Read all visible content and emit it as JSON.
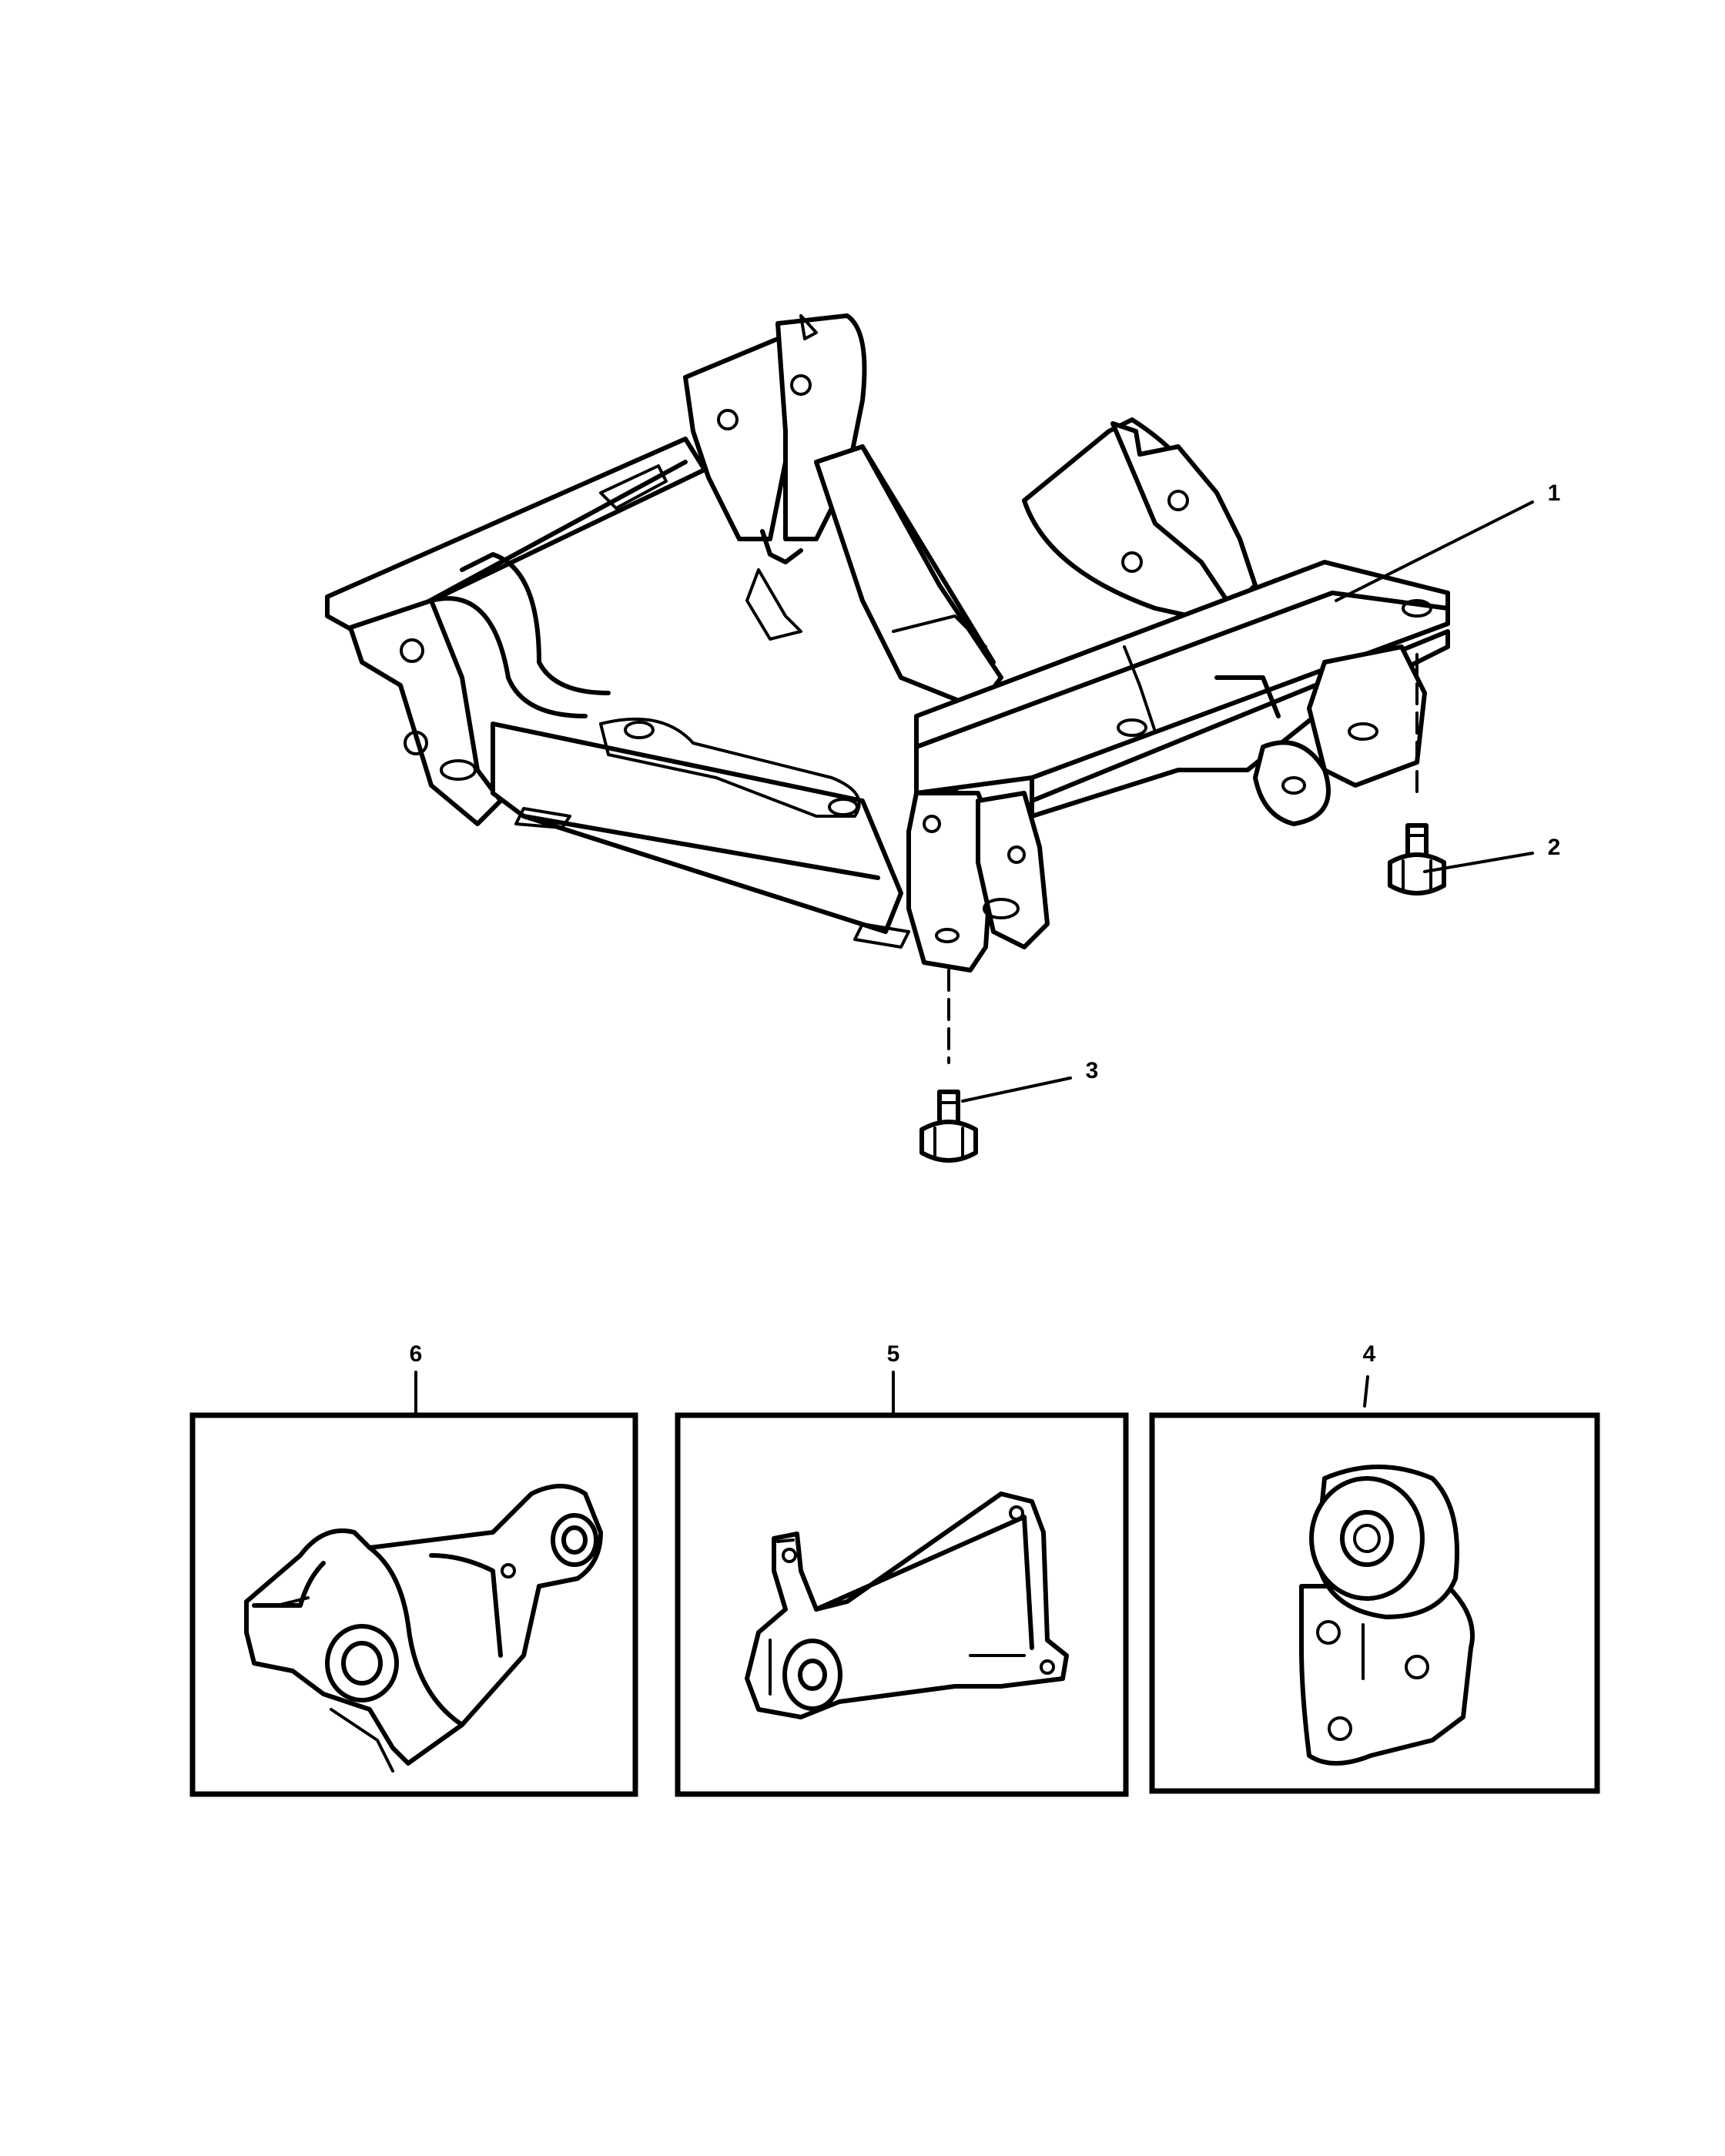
{
  "callouts": [
    {
      "id": "1",
      "label": "1",
      "part": "crossmember"
    },
    {
      "id": "2",
      "label": "2",
      "part": "bolt"
    },
    {
      "id": "3",
      "label": "3",
      "part": "bolt"
    },
    {
      "id": "4",
      "label": "4",
      "part": "mount-insulator"
    },
    {
      "id": "5",
      "label": "5",
      "part": "mount-bracket"
    },
    {
      "id": "6",
      "label": "6",
      "part": "mount-insulator"
    }
  ]
}
